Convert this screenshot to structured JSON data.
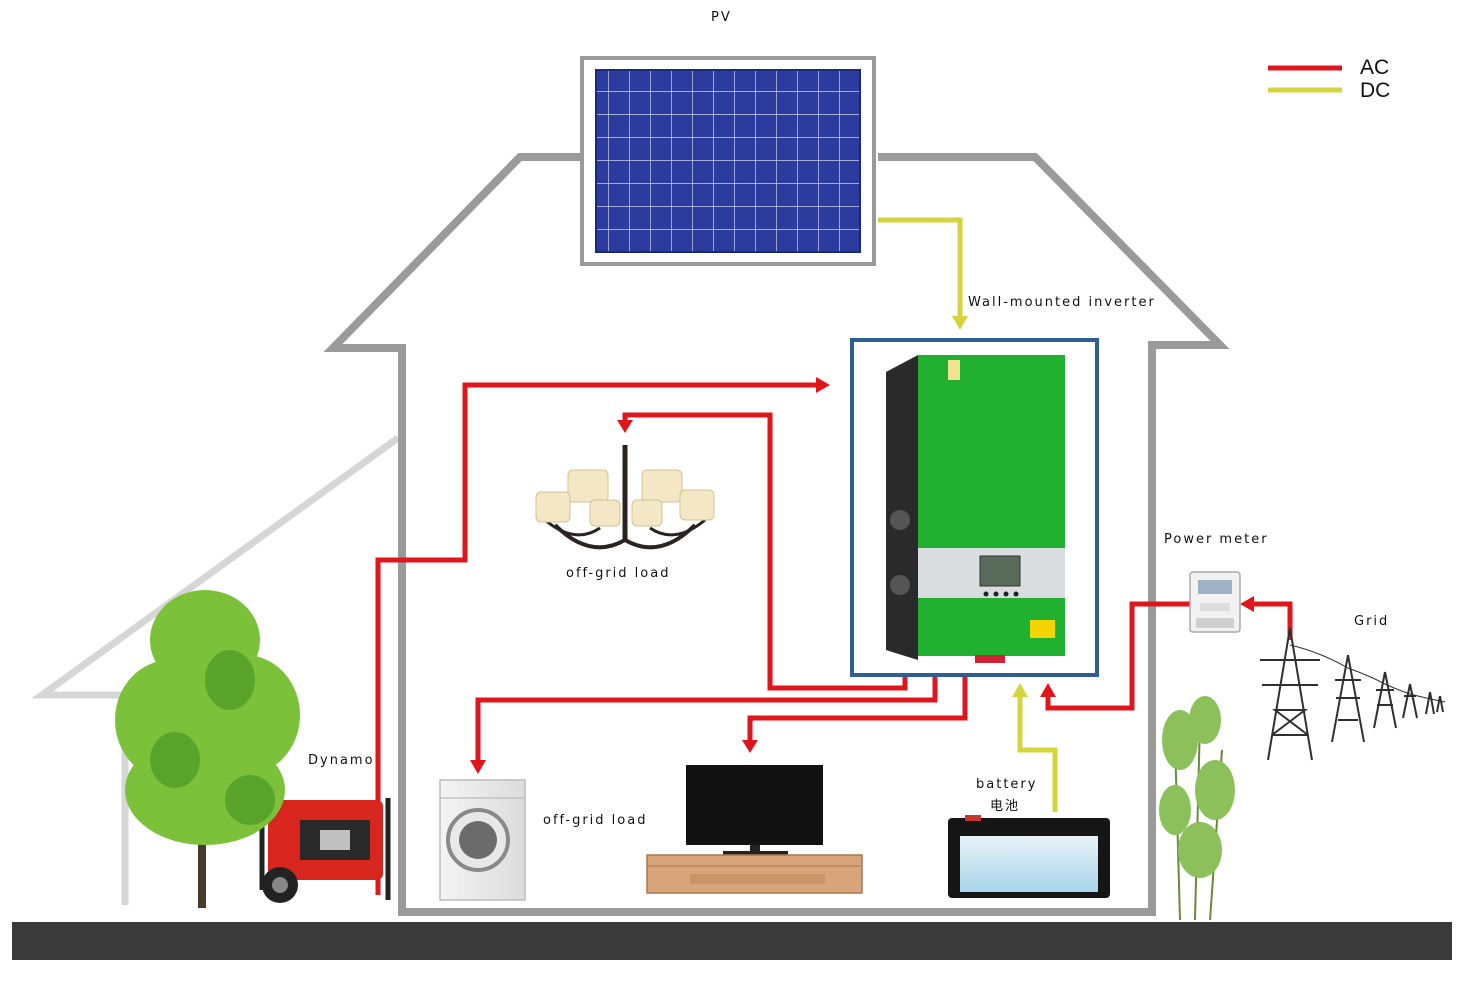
{
  "labels": {
    "pv": "PV",
    "inverter": "Wall-mounted inverter",
    "offgrid_load_top": "off-grid load",
    "offgrid_load_bottom": "off-grid load",
    "power_meter": "Power meter",
    "grid": "Grid",
    "dynamo": "Dynamo",
    "battery": "battery",
    "battery_cn": "电池"
  },
  "legend": [
    {
      "label": "AC",
      "color": "#e0161d"
    },
    {
      "label": "DC",
      "color": "#d4d43c"
    }
  ],
  "colors": {
    "ac": "#e0161d",
    "dc": "#d4d43c",
    "house_outline": "#9a9a9a",
    "ground": "#3a3a3a",
    "inverter_green": "#22b030",
    "inverter_frame": "#2f5f8f",
    "solar_cell": "#2a3a9c"
  },
  "icons": [
    "solar-panel-icon",
    "inverter-icon",
    "chandelier-icon",
    "power-meter-icon",
    "pylon-icon",
    "generator-icon",
    "washing-machine-icon",
    "tv-icon",
    "battery-icon",
    "tree-icon",
    "bamboo-icon"
  ]
}
